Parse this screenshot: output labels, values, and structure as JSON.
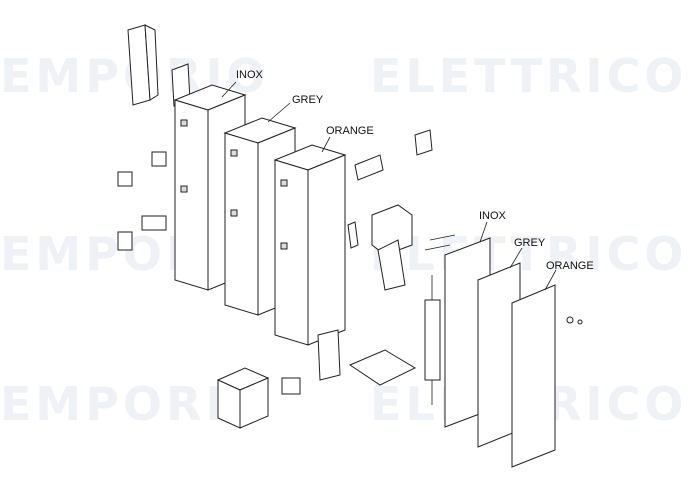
{
  "watermark": "EMPORIO ELETTRICO",
  "labels": {
    "column_inox": "INOX",
    "column_grey": "GREY",
    "column_orange": "ORANGE",
    "panel_inox": "INOX",
    "panel_grey": "GREY",
    "panel_orange": "ORANGE"
  }
}
